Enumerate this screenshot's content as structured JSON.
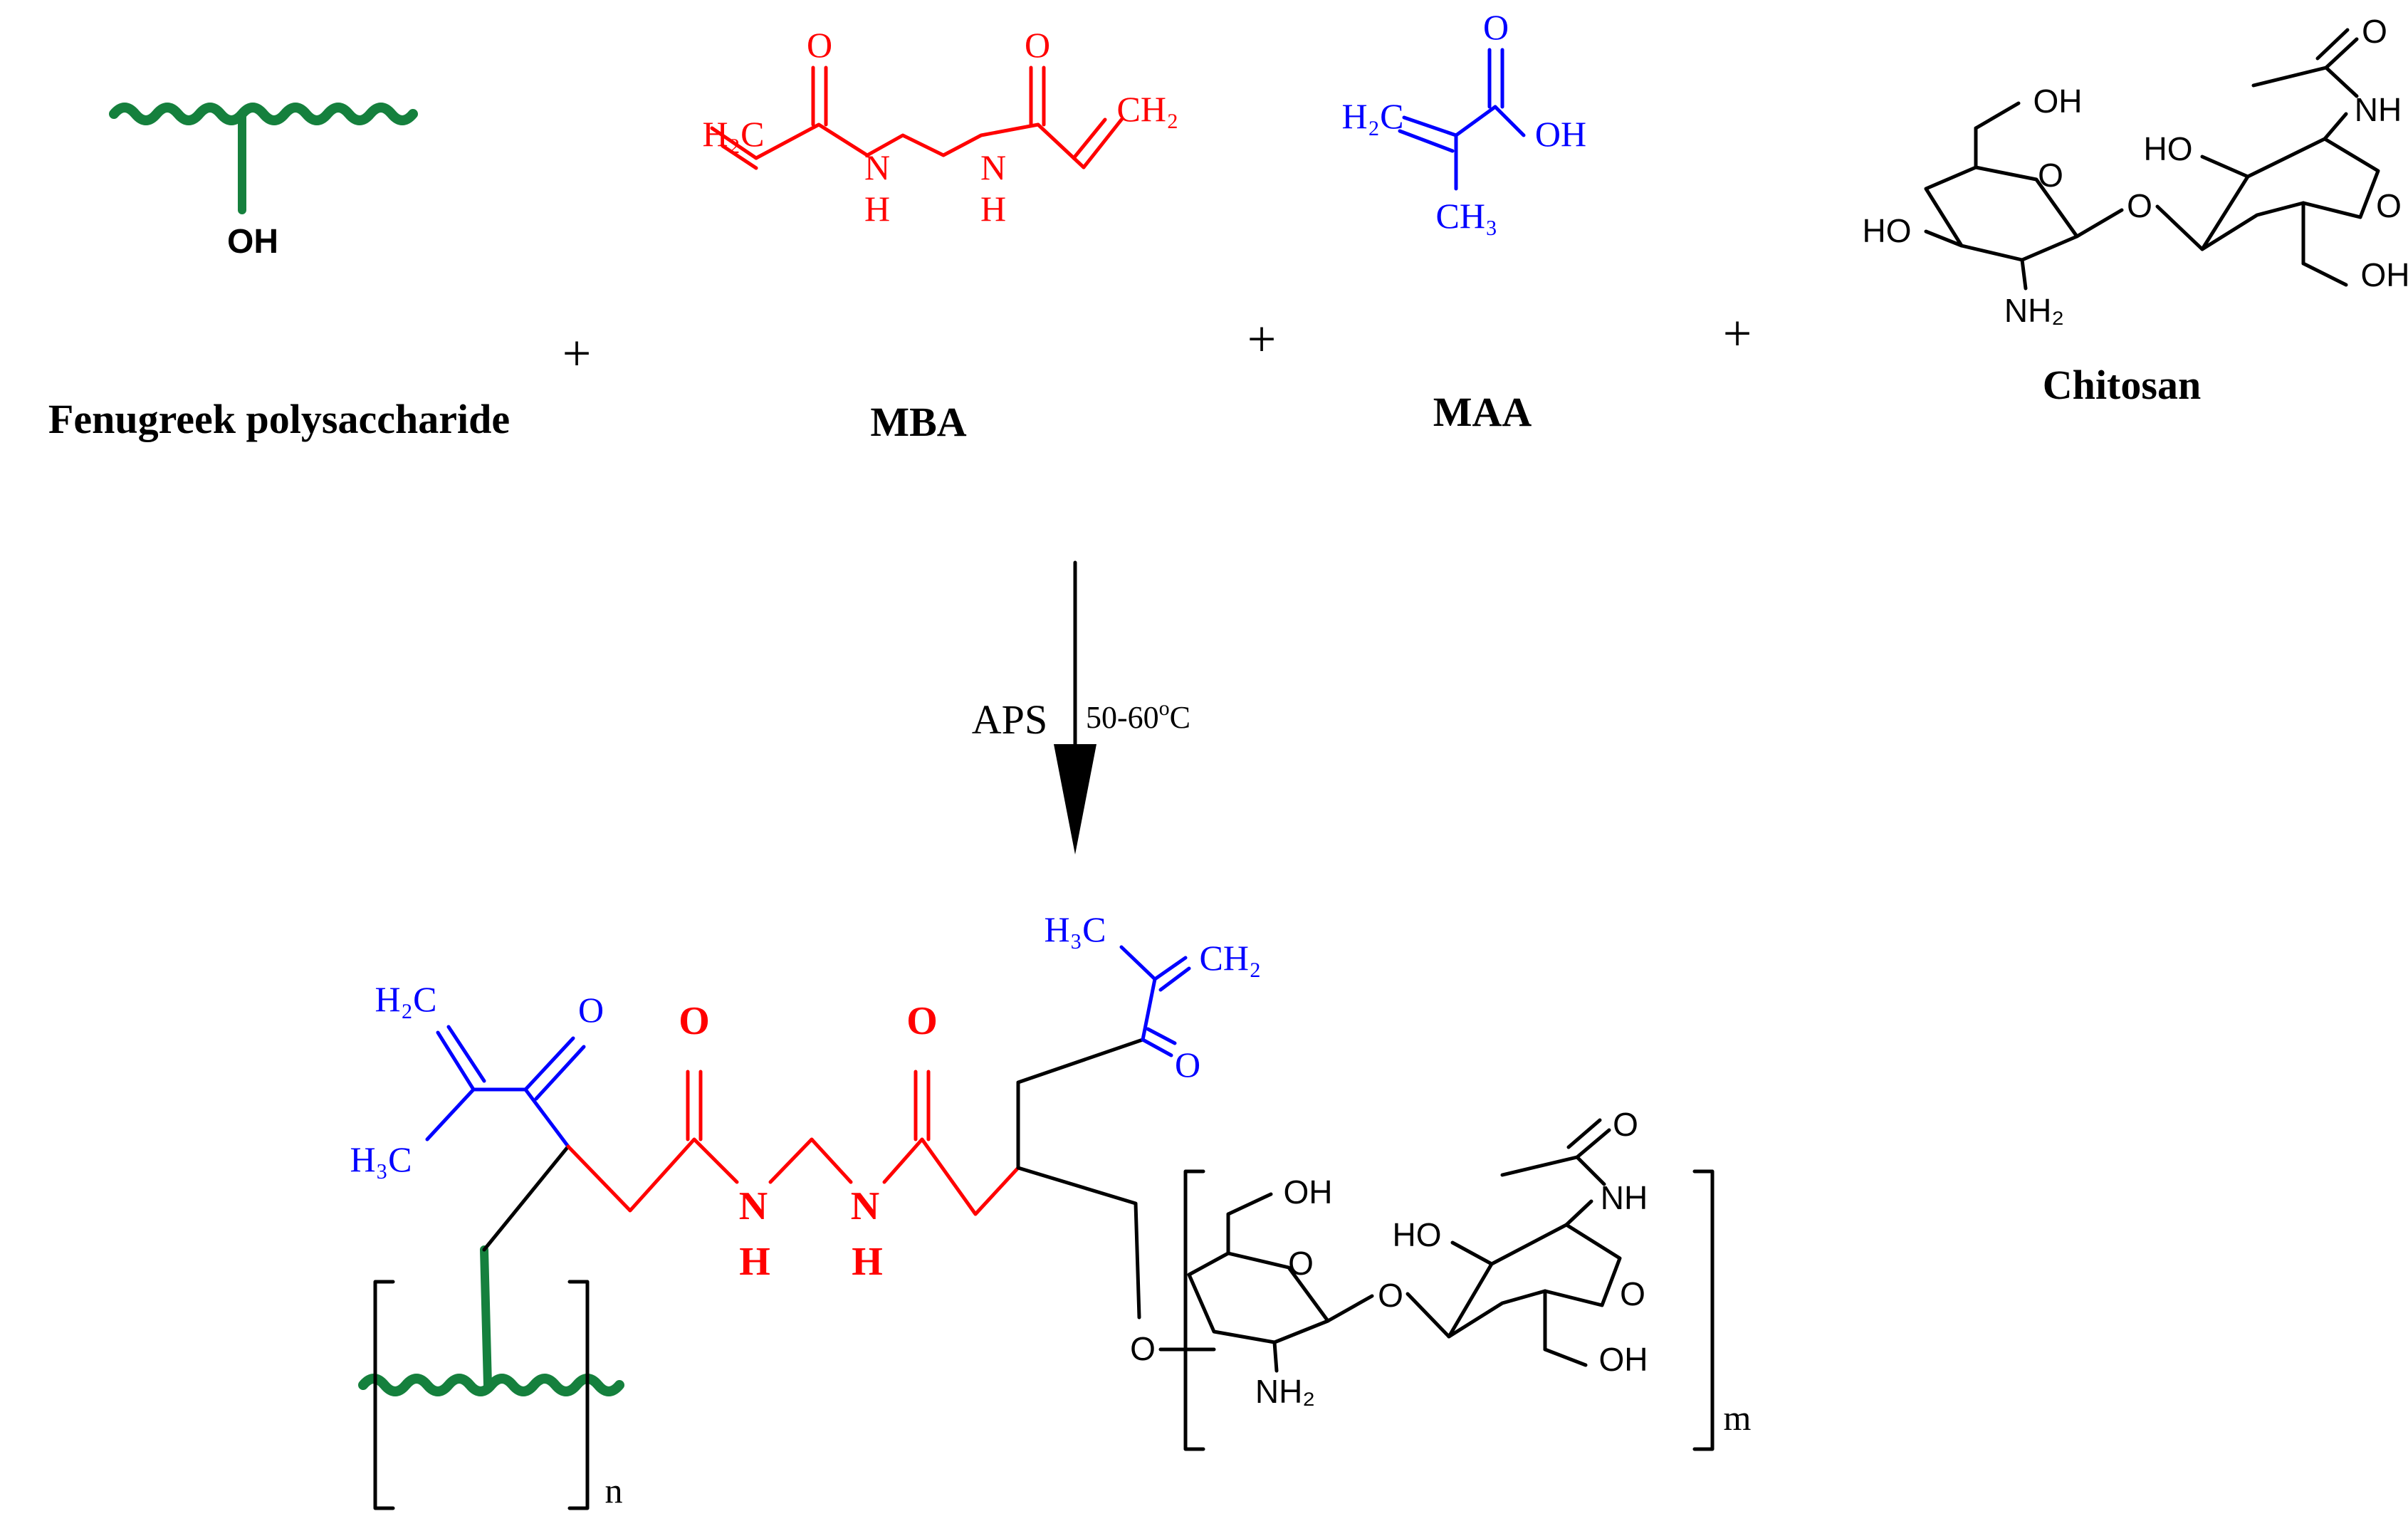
{
  "colors": {
    "fenugreek": "#15803d",
    "mba": "#ff0000",
    "maa": "#0000ff",
    "chitosan": "#000000",
    "text": "#000000"
  },
  "reactants": {
    "fenugreek": {
      "name": "Fenugreek polysaccharide",
      "oh": "OH"
    },
    "mba": {
      "name": "MBA",
      "atoms": {
        "ch2_left": "H₂C",
        "ch2_right": "CH₂",
        "o": "O",
        "n": "N",
        "h": "H"
      }
    },
    "maa": {
      "name": "MAA",
      "atoms": {
        "ch2": "H₂C",
        "oh": "OH",
        "o": "O",
        "ch3": "CH₃"
      }
    },
    "chitosan": {
      "name": "Chitosan",
      "atoms": {
        "oh": "OH",
        "ho": "HO",
        "o": "O",
        "nh": "NH",
        "nh2": "NH₂"
      }
    },
    "plus": "+"
  },
  "reaction": {
    "reagent": "APS",
    "condition": "50-60",
    "degree": "o",
    "unit": "C"
  },
  "product": {
    "atoms": {
      "h2c": "H₂C",
      "h3c": "H₃C",
      "ch2": "CH₂",
      "o": "O",
      "n": "N",
      "h": "H",
      "oh": "OH",
      "ho": "HO",
      "nh": "NH",
      "nh2": "NH₂"
    },
    "subscript_n": "n",
    "subscript_m": "m"
  }
}
